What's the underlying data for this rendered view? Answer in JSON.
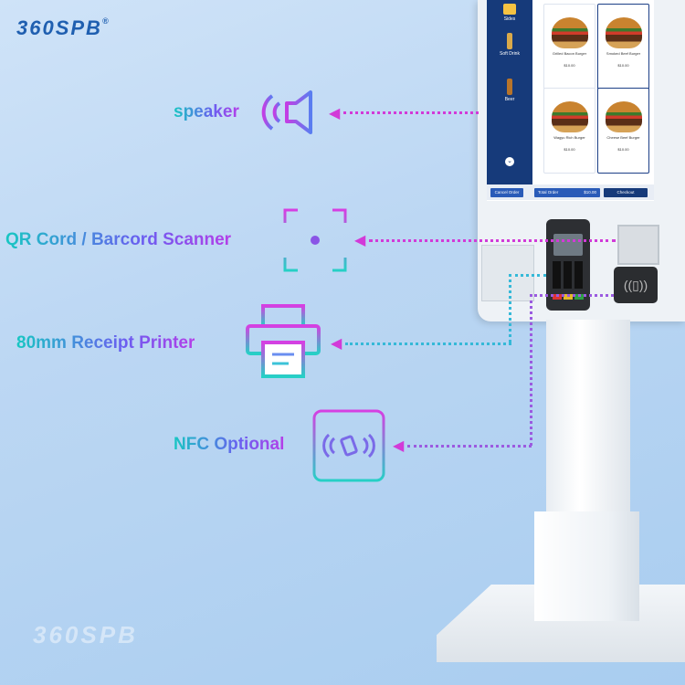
{
  "brand": {
    "name": "360SPB",
    "mark": "®",
    "watermark": "360SPB"
  },
  "features": [
    {
      "label": "speaker",
      "icon": "speaker-icon"
    },
    {
      "label": "QR Cord / Barcord Scanner",
      "icon": "scanner-frame-icon"
    },
    {
      "label": "80mm Receipt Printer",
      "icon": "printer-icon"
    },
    {
      "label": "NFC Optional",
      "icon": "nfc-icon"
    }
  ],
  "kiosk_screen": {
    "categories": [
      "Sides",
      "Soft Drink",
      "Beer"
    ],
    "products": [
      {
        "name": "Grilled Bacon Burger",
        "price": "$10.00"
      },
      {
        "name": "Smoked Beef Burger",
        "price": "$10.00"
      },
      {
        "name": "Wagyu Rich Burger",
        "price": "$10.00"
      },
      {
        "name": "Cheese Beef Burger",
        "price": "$10.00"
      }
    ],
    "cancel_label": "Cancel Order",
    "total_label": "Total Order",
    "total_value": "$10.00",
    "checkout_label": "Checkout"
  },
  "colors": {
    "label_gradient": [
      "#17c7c2",
      "#6a5ef0",
      "#b53ee8"
    ],
    "arrow": "#d23ad8",
    "sidebar": "#163a7a"
  }
}
